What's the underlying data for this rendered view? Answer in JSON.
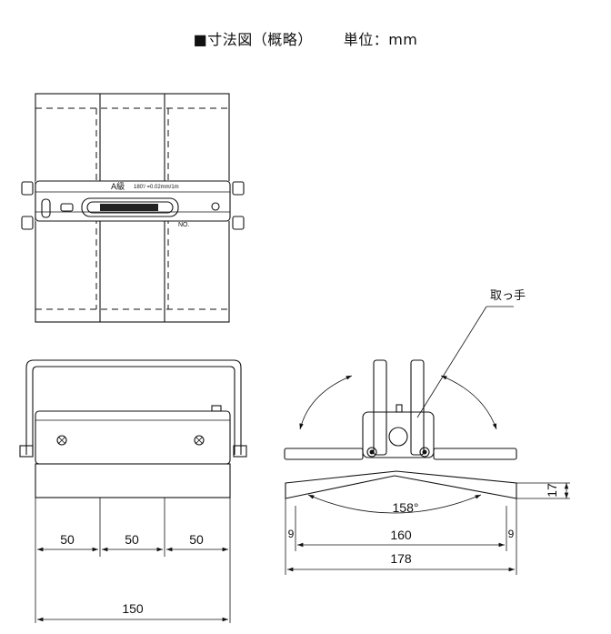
{
  "title": {
    "main": "■寸法図（概略）",
    "unit": "単位：mm"
  },
  "top_view": {
    "grade_label": "A級",
    "sensitivity_label": "180'/ =0.02mm/1m",
    "number_label": "NO."
  },
  "front_view": {
    "dims": [
      "50",
      "50",
      "50"
    ],
    "overall_width": "150"
  },
  "side_view": {
    "handle_label": "取っ手",
    "angle": "158°",
    "height": "17",
    "left_offset": "9",
    "right_offset": "9",
    "inner_width": "160",
    "overall_width": "178"
  }
}
